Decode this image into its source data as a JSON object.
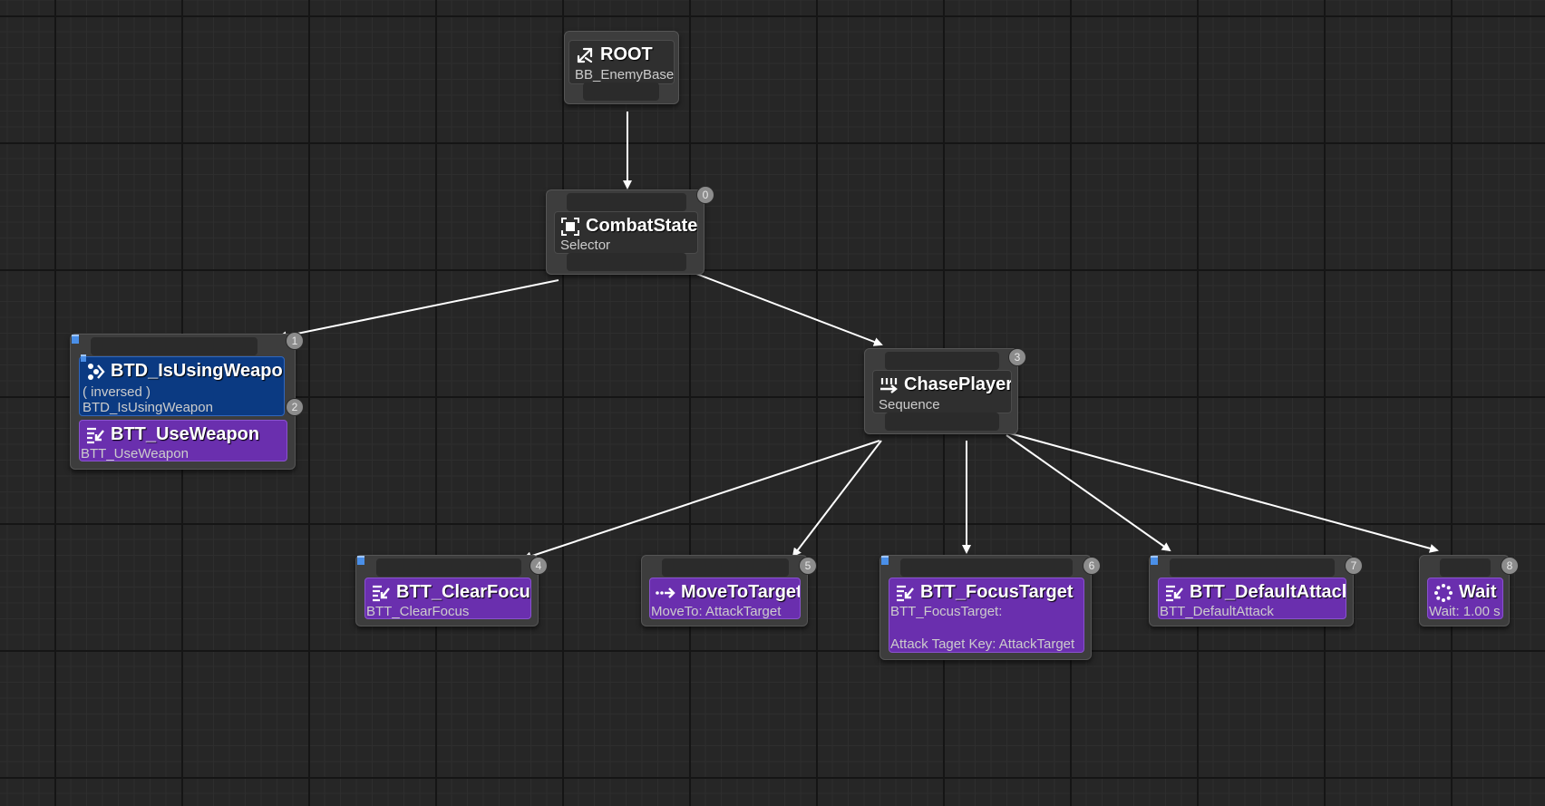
{
  "graph": {
    "root": {
      "title": "ROOT",
      "subtitle": "BB_EnemyBase",
      "icon": "root-icon"
    },
    "combat_state": {
      "title": "CombatState",
      "subtitle": "Selector",
      "index": "0",
      "icon": "selector-icon"
    },
    "use_weapon_branch": {
      "index_top": "1",
      "decorator": {
        "title": "BTD_IsUsingWeapon",
        "note": "( inversed )",
        "subtitle": "BTD_IsUsingWeapon",
        "index": "2",
        "icon": "decorator-icon"
      },
      "task": {
        "title": "BTT_UseWeapon",
        "subtitle": "BTT_UseWeapon",
        "icon": "task-icon"
      }
    },
    "chase_player": {
      "title": "ChasePlayer",
      "subtitle": "Sequence",
      "index": "3",
      "icon": "sequence-icon"
    },
    "clear_focus": {
      "title": "BTT_ClearFocus",
      "subtitle": "BTT_ClearFocus",
      "index": "4",
      "icon": "task-icon"
    },
    "move_to_target": {
      "title": "MoveToTarget",
      "subtitle": "MoveTo: AttackTarget",
      "index": "5",
      "icon": "move-to-icon"
    },
    "focus_target": {
      "title": "BTT_FocusTarget",
      "subtitle": "BTT_FocusTarget:",
      "detail": "Attack Taget Key: AttackTarget",
      "index": "6",
      "icon": "task-icon"
    },
    "default_attack": {
      "title": "BTT_DefaultAttack",
      "subtitle": "BTT_DefaultAttack",
      "index": "7",
      "icon": "task-icon"
    },
    "wait": {
      "title": "Wait",
      "subtitle": "Wait: 1.00 s",
      "index": "8",
      "icon": "wait-icon"
    }
  },
  "colors": {
    "canvas": "#262626",
    "node_body": "#3d3d3d",
    "composite": "#2f2f2f",
    "task": "#6a2fae",
    "decorator": "#0b3a82",
    "wire": "#ffffff",
    "breakpoint": "#4a8fe8"
  }
}
